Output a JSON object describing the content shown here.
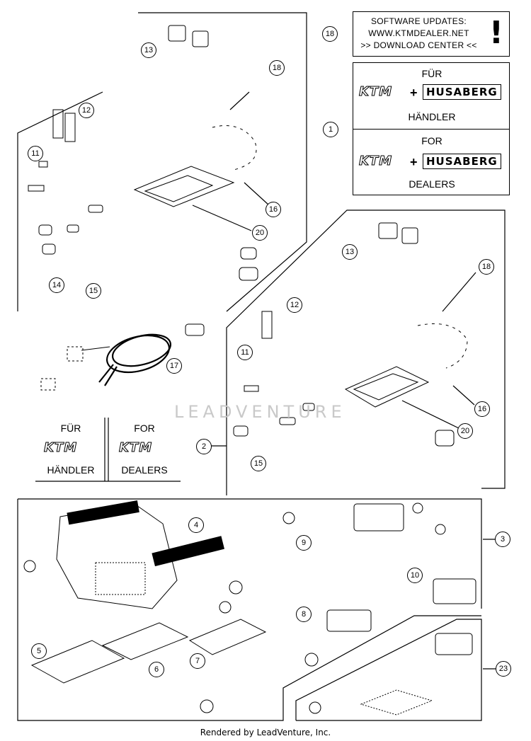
{
  "software_box": {
    "line1": "SOFTWARE UPDATES:",
    "line2": "WWW.KTMDEALER.NET",
    "line3": ">> DOWNLOAD CENTER <<",
    "mark": "!"
  },
  "dealer_box": {
    "fur": "FÜR",
    "handler": "HÄNDLER",
    "for": "FOR",
    "dealers": "DEALERS",
    "ktm_logo": "KTM",
    "husaberg_logo": "HUSABERG",
    "plus": "+"
  },
  "ktm_box": {
    "fur": "FÜR",
    "for": "FOR",
    "handler": "HÄNDLER",
    "dealers": "DEALERS",
    "ktm_logo": "KTM"
  },
  "callouts": {
    "c1": "1",
    "c2": "2",
    "c3": "3",
    "c4": "4",
    "c5": "5",
    "c6": "6",
    "c7": "7",
    "c8": "8",
    "c9": "9",
    "c10": "10",
    "c11": "11",
    "c12": "12",
    "c13": "13",
    "c14": "14",
    "c15": "15",
    "c16": "16",
    "c17": "17",
    "c18": "18",
    "c20": "20",
    "c23": "23"
  },
  "watermark": "LEADVENTURE",
  "footer": "Rendered by LeadVenture, Inc."
}
